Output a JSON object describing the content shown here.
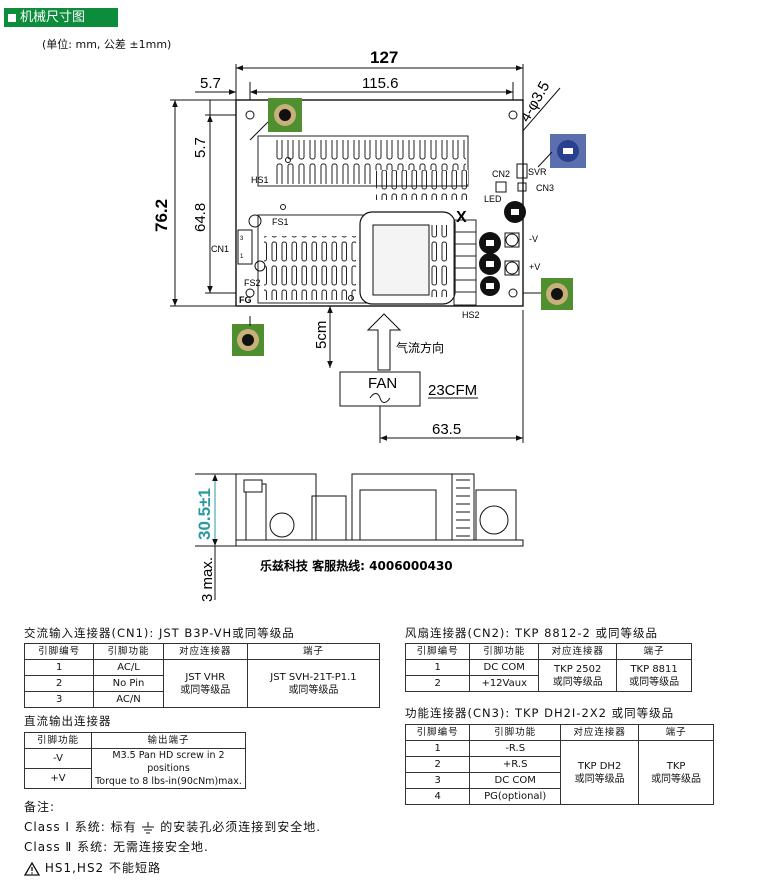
{
  "header": {
    "title": "机械尺寸图"
  },
  "unit_note": "(单位: mm, 公差 ±1mm)",
  "drawing": {
    "dim_width_total": "127",
    "dim_left_offset": "5.7",
    "dim_hole_span": "115.6",
    "dim_top_offset": "5.7",
    "dim_height_total": "76.2",
    "dim_hole_vspan": "64.8",
    "dim_holes": "4-φ3.5",
    "dim_fan_gap": "5cm",
    "dim_fan_offset": "63.5",
    "dim_height": "30.5±1",
    "dim_clearance": "3 max.",
    "labels": {
      "hs1": "HS1",
      "hs2": "HS2",
      "fs1": "FS1",
      "fs2": "FS2",
      "cn1": "CN1",
      "fg": "FG",
      "cn2": "CN2",
      "cn3": "CN3",
      "svr": "SVR",
      "led": "LED",
      "minus_v": "-V",
      "plus_v": "+V",
      "pin1": "1",
      "pin3": "3"
    },
    "fan_label": "FAN",
    "airflow_label": "气流方向",
    "cfm": "23CFM",
    "hotline": "乐兹科技 客服热线: 4006000430"
  },
  "cn1": {
    "title": "交流输入连接器(CN1): JST B3P-VH或同等级品",
    "headers": [
      "引脚编号",
      "引脚功能",
      "对应连接器",
      "端子"
    ],
    "rows": [
      [
        "1",
        "AC/L"
      ],
      [
        "2",
        "No Pin"
      ],
      [
        "3",
        "AC/N"
      ]
    ],
    "connector": [
      "JST VHR",
      "或同等级品"
    ],
    "terminal": [
      "JST SVH-21T-P1.1",
      "或同等级品"
    ]
  },
  "dc_out": {
    "title": "直流输出连接器",
    "headers": [
      "引脚功能",
      "输出端子"
    ],
    "rows": [
      [
        "-V"
      ],
      [
        "+V"
      ]
    ],
    "terminal": [
      "M3.5 Pan HD screw in 2 positions",
      "Torque to 8 lbs-in(90cNm)max."
    ]
  },
  "cn2": {
    "title": "风扇连接器(CN2): TKP 8812-2 或同等级品",
    "headers": [
      "引脚编号",
      "引脚功能",
      "对应连接器",
      "端子"
    ],
    "rows": [
      [
        "1",
        "DC COM"
      ],
      [
        "2",
        "+12Vaux"
      ]
    ],
    "connector": [
      "TKP 2502",
      "或同等级品"
    ],
    "terminal": [
      "TKP 8811",
      "或同等级品"
    ]
  },
  "cn3": {
    "title": "功能连接器(CN3): TKP DH2I-2X2 或同等级品",
    "headers": [
      "引脚编号",
      "引脚功能",
      "对应连接器",
      "端子"
    ],
    "rows": [
      [
        "1",
        "-R.S"
      ],
      [
        "2",
        "+R.S"
      ],
      [
        "3",
        "DC COM"
      ],
      [
        "4",
        "PG(optional)"
      ]
    ],
    "connector": [
      "TKP DH2",
      "或同等级品"
    ],
    "terminal": [
      "TKP",
      "或同等级品"
    ]
  },
  "notes": {
    "title": "备注:",
    "class1": "Class Ⅰ 系统: 标有",
    "class1_tail": "的安装孔必须连接到安全地.",
    "class2": "Class Ⅱ 系统: 无需连接安全地.",
    "warn": "HS1,HS2 不能短路"
  },
  "colors": {
    "header_bg": "#0d8c3c",
    "teal_dim": "#2a9aa0",
    "pcb_green": "#3d8a2e",
    "pot_blue": "#2a3f8f"
  }
}
